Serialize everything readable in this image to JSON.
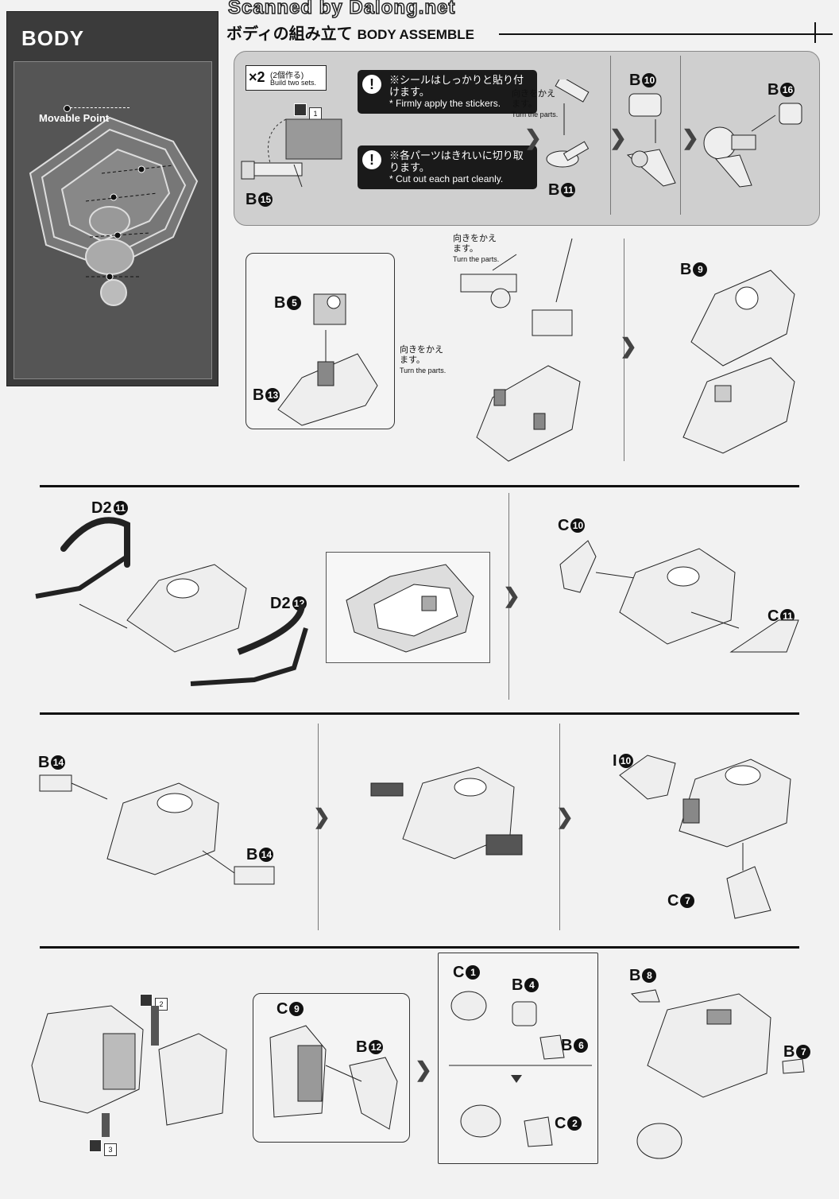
{
  "side": {
    "title": "BODY",
    "movable_label": "Movable Point"
  },
  "header": {
    "scan_banner": "Scanned by Dalong.net",
    "title_jp": "ボディの組み立て",
    "title_en": "BODY ASSEMBLE"
  },
  "step1": {
    "badge_x": "×2",
    "badge_jp": "(2個作る)",
    "badge_en": "Build two sets.",
    "sticker_num": "1",
    "note1_jp": "※シールはしっかりと貼り付けます。",
    "note1_en": "* Firmly apply the stickers.",
    "note2_jp": "※各パーツはきれいに切り取ります。",
    "note2_en": "* Cut out each part cleanly.",
    "turn_jp": "向きをかえます。",
    "turn_en": "Turn the parts.",
    "parts": {
      "b15": {
        "letter": "B",
        "num": "15"
      },
      "b11": {
        "letter": "B",
        "num": "11"
      },
      "b10": {
        "letter": "B",
        "num": "10"
      },
      "b16": {
        "letter": "B",
        "num": "16"
      }
    }
  },
  "step2": {
    "turn_jp": "向きをかえます。",
    "turn_en": "Turn the parts.",
    "parts": {
      "b5": {
        "letter": "B",
        "num": "5"
      },
      "b13": {
        "letter": "B",
        "num": "13"
      },
      "b9": {
        "letter": "B",
        "num": "9"
      }
    }
  },
  "step3": {
    "parts": {
      "d2_11": {
        "letter": "D2",
        "num": "11"
      },
      "d2_12": {
        "letter": "D2",
        "num": "12"
      },
      "c10": {
        "letter": "C",
        "num": "10"
      },
      "c11": {
        "letter": "C",
        "num": "11"
      }
    }
  },
  "step4": {
    "parts": {
      "b14a": {
        "letter": "B",
        "num": "14"
      },
      "b14b": {
        "letter": "B",
        "num": "14"
      },
      "i10": {
        "letter": "I",
        "num": "10"
      },
      "c7": {
        "letter": "C",
        "num": "7"
      }
    }
  },
  "step5": {
    "sticker2": "2",
    "sticker3": "3",
    "parts": {
      "c9": {
        "letter": "C",
        "num": "9"
      },
      "b12": {
        "letter": "B",
        "num": "12"
      },
      "c1": {
        "letter": "C",
        "num": "1"
      },
      "b4": {
        "letter": "B",
        "num": "4"
      },
      "b6": {
        "letter": "B",
        "num": "6"
      },
      "c2": {
        "letter": "C",
        "num": "2"
      },
      "b8": {
        "letter": "B",
        "num": "8"
      },
      "b7": {
        "letter": "B",
        "num": "7"
      }
    }
  },
  "colors": {
    "panel_bg": "#3b3b3b",
    "callout_bg": "#1a1a1a",
    "gray_box": "#cfcfcf"
  }
}
